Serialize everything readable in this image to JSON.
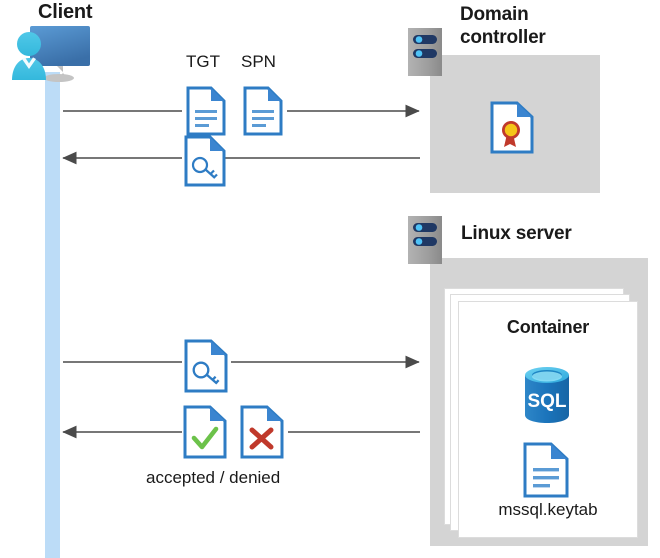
{
  "diagram": {
    "title_client": "Client",
    "title_domain_controller": "Domain\ncontroller",
    "title_domain_controller_line1": "Domain",
    "title_domain_controller_line2": "controller",
    "title_linux_server": "Linux server",
    "title_container": "Container",
    "label_tgt": "TGT",
    "label_spn": "SPN",
    "label_keytab": "mssql.keytab",
    "caption_accepted_denied": "accepted / denied",
    "icons": {
      "client": "client-user-monitor-icon",
      "server_dc": "server-rack-icon",
      "server_linux": "server-rack-icon",
      "tgt_document": "document-icon",
      "spn_document": "document-icon",
      "ticket_key_document": "document-key-icon",
      "request_key_document": "document-key-icon",
      "certificate": "certificate-document-icon",
      "accepted": "document-check-icon",
      "denied": "document-x-icon",
      "sql_database": "sql-database-icon",
      "keytab_document": "document-icon"
    },
    "colors": {
      "accent_blue": "#2E7CC4",
      "doc_fold_blue": "#3B85D0",
      "panel_gray": "#D4D4D4",
      "lifeline_blue": "#BCDCF7",
      "arrow_gray": "#4A4A4A",
      "accepted_green": "#6CC24A",
      "denied_red": "#C0392B",
      "cert_yellow": "#F5C518",
      "cert_red": "#C0392B",
      "sql_blue": "#1B74BB",
      "server_navy": "#1F3864",
      "server_gray": "#9A9A9A",
      "text_dark": "#1A1A1A"
    },
    "flows": [
      {
        "name": "client-to-dc-request",
        "direction": "right",
        "from": "Client",
        "to": "Domain controller",
        "carries": [
          "TGT",
          "SPN"
        ]
      },
      {
        "name": "dc-to-client-ticket",
        "direction": "left",
        "from": "Domain controller",
        "to": "Client",
        "carries": [
          "service ticket"
        ]
      },
      {
        "name": "client-to-linux-request",
        "direction": "right",
        "from": "Client",
        "to": "Linux server",
        "carries": [
          "service ticket"
        ]
      },
      {
        "name": "linux-to-client-response",
        "direction": "left",
        "from": "Linux server",
        "to": "Client",
        "carries": [
          "accepted / denied"
        ]
      }
    ]
  }
}
